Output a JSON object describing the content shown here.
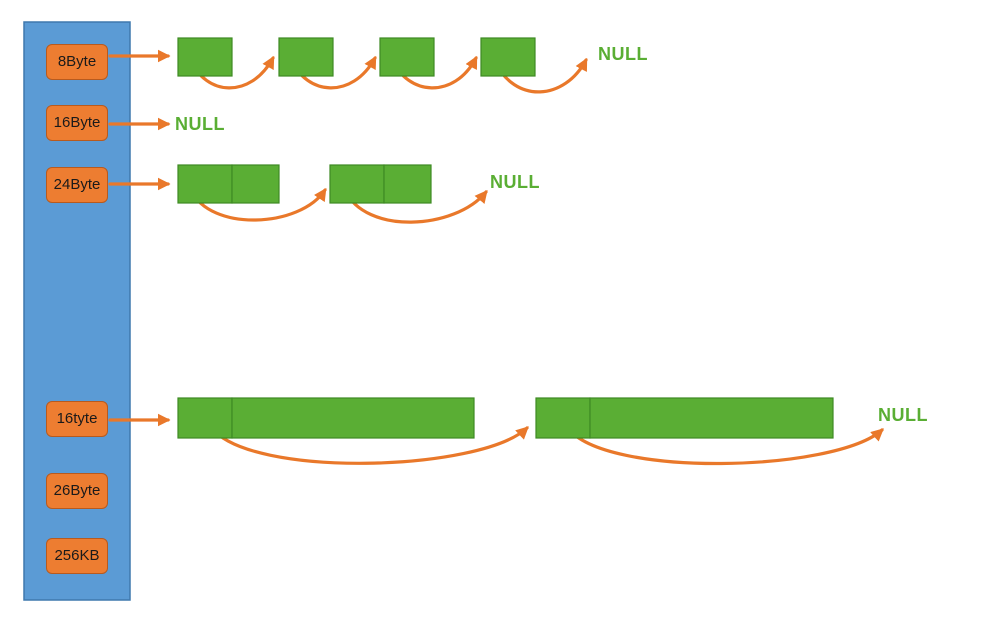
{
  "colors": {
    "array_fill": "#5b9bd5",
    "array_stroke": "#3f78ad",
    "bucket_fill": "#ed7d31",
    "block_fill": "#5aae34",
    "block_stroke": "#3e8a23",
    "arrow": "#e9782a",
    "null_text": "#5aae34"
  },
  "buckets": [
    {
      "label": "8Byte",
      "blocks_per_node": 1,
      "nodes": 4,
      "null_label": "NULL"
    },
    {
      "label": "16Byte",
      "blocks_per_node": 2,
      "nodes": 0,
      "null_label": "NULL"
    },
    {
      "label": "24Byte",
      "blocks_per_node": 2,
      "nodes": 2,
      "null_label": "NULL"
    },
    {
      "label": "16tyte",
      "blocks_per_node": 2,
      "nodes": 2,
      "null_label": "NULL"
    },
    {
      "label": "26Byte",
      "nodes": 0
    },
    {
      "label": "256KB",
      "nodes": 0
    }
  ]
}
